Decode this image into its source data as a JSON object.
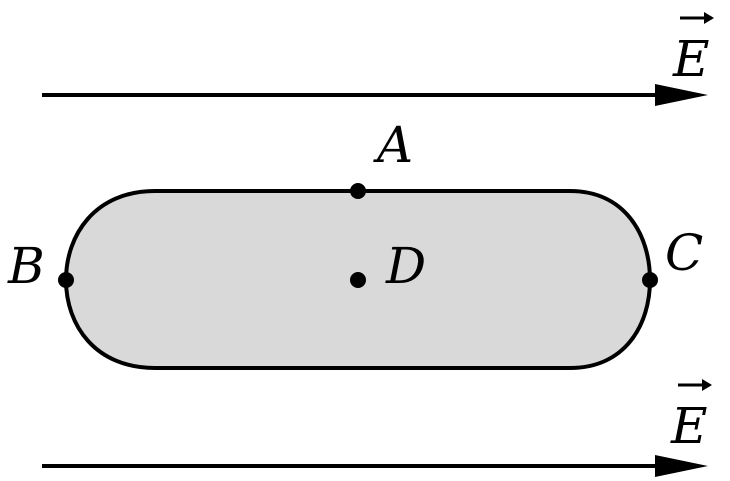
{
  "field": {
    "top_label": "E",
    "bottom_label": "E"
  },
  "points": {
    "A": "A",
    "B": "B",
    "C": "C",
    "D": "D"
  },
  "colors": {
    "conductor_fill": "#d9d9d9",
    "stroke": "#000000",
    "background": "#ffffff"
  }
}
